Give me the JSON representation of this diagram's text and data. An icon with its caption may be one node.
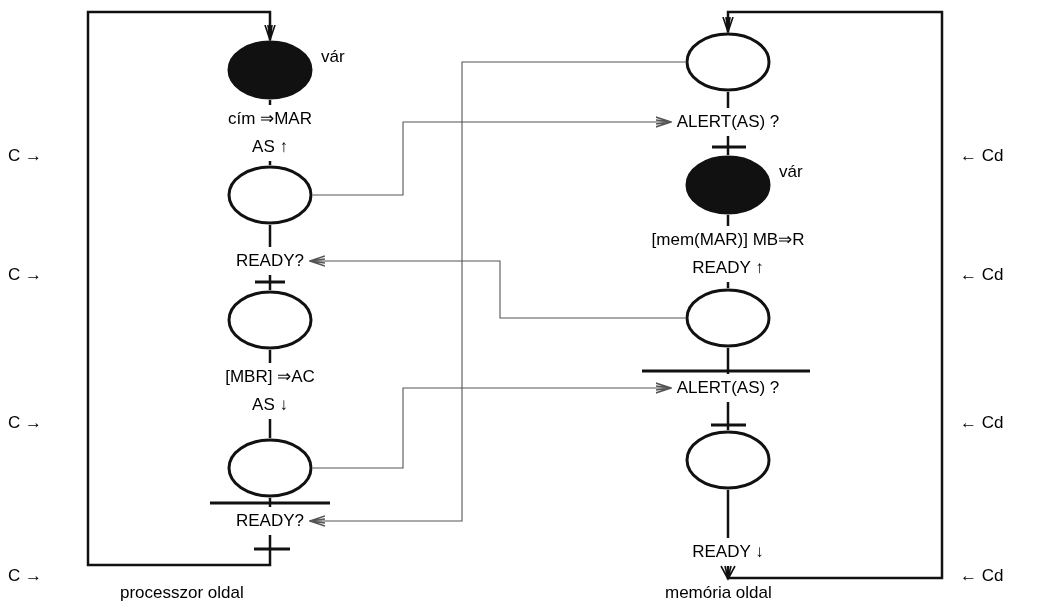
{
  "diagram": {
    "nodes": [
      {
        "text": [],
        "shape": "dot",
        "beside": [
          "vár"
        ]
      },
      {
        "text": [
          "cím ⇒MAR",
          "AS ↑"
        ]
      },
      {
        "text": [],
        "shape": "ellipse"
      },
      {
        "text": [
          "READY?"
        ]
      },
      {
        "text": [],
        "shape": "ellipse"
      },
      {
        "text": [
          "[MBR] ⇒AC",
          "AS ↓"
        ]
      },
      {
        "text": [],
        "shape": "ellipse"
      },
      {
        "text": [
          "READY?"
        ]
      },
      {
        "text": [],
        "shape": "ellipse"
      },
      {
        "text": [
          "ALERT(AS) ?"
        ]
      },
      {
        "text": [],
        "shape": "dot",
        "beside": [
          "vár"
        ]
      },
      {
        "text": [
          "[mem(MAR)] MB⇒R",
          "READY ↑"
        ]
      },
      {
        "text": [],
        "shape": "ellipse"
      },
      {
        "text": [
          "ALERT(AS) ?"
        ]
      },
      {
        "text": [],
        "shape": "ellipse"
      },
      {
        "text": [
          "READY ↓"
        ]
      }
    ],
    "edges": [
      {
        "from": 0,
        "to": 1,
        "arrow": "none"
      },
      {
        "from": 1,
        "to": 2,
        "arrow": "none"
      },
      {
        "from": 2,
        "to": 3,
        "arrow": "none"
      },
      {
        "from": 3,
        "to": 4,
        "arrow": "none"
      },
      {
        "from": 4,
        "to": 5,
        "arrow": "none"
      },
      {
        "from": 5,
        "to": 6,
        "arrow": "none"
      },
      {
        "from": 6,
        "to": 7,
        "arrow": "none"
      },
      {
        "from": 7,
        "to": 0,
        "arrow": "to"
      },
      {
        "from": 8,
        "to": 9,
        "arrow": "none"
      },
      {
        "from": 9,
        "to": 10,
        "arrow": "none"
      },
      {
        "from": 10,
        "to": 11,
        "arrow": "none"
      },
      {
        "from": 11,
        "to": 12,
        "arrow": "none"
      },
      {
        "from": 12,
        "to": 13,
        "arrow": "none"
      },
      {
        "from": 13,
        "to": 14,
        "arrow": "none"
      },
      {
        "from": 14,
        "to": 15,
        "arrow": "none"
      },
      {
        "from": 15,
        "to": 8,
        "arrow": "to"
      },
      {
        "from": 2,
        "to": 9,
        "arrow": "to",
        "color": "#555555"
      },
      {
        "from": 12,
        "to": 3,
        "arrow": "to",
        "color": "#555555"
      },
      {
        "from": 8,
        "to": 7,
        "arrow": "to",
        "color": "#555555"
      },
      {
        "from": 6,
        "to": 13,
        "arrow": "to",
        "color": "#555555"
      }
    ],
    "labels": [
      "C →",
      "← Cd",
      "C →",
      "← Cd",
      "C →",
      "← Cd",
      "C →",
      "← Cd",
      "processzor oldal",
      "memória oldal"
    ]
  }
}
